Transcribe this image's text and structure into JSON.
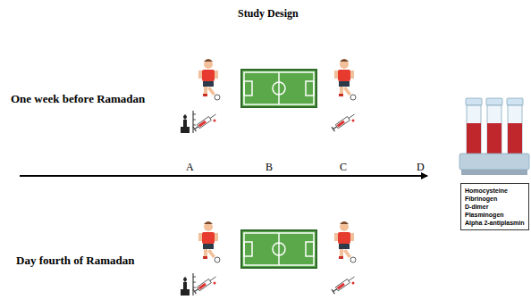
{
  "diagram": {
    "title": "Study Design",
    "nodes": [
      {
        "text": [
          "Homocysteine",
          "Fibrinogen",
          "D-dimer",
          "Plasminogen",
          "Alpha 2-antiplasmin"
        ]
      }
    ],
    "labels": [
      "One week before Ramadan",
      "A",
      "B",
      "C",
      "D",
      "Day fourth of Ramadan"
    ]
  }
}
